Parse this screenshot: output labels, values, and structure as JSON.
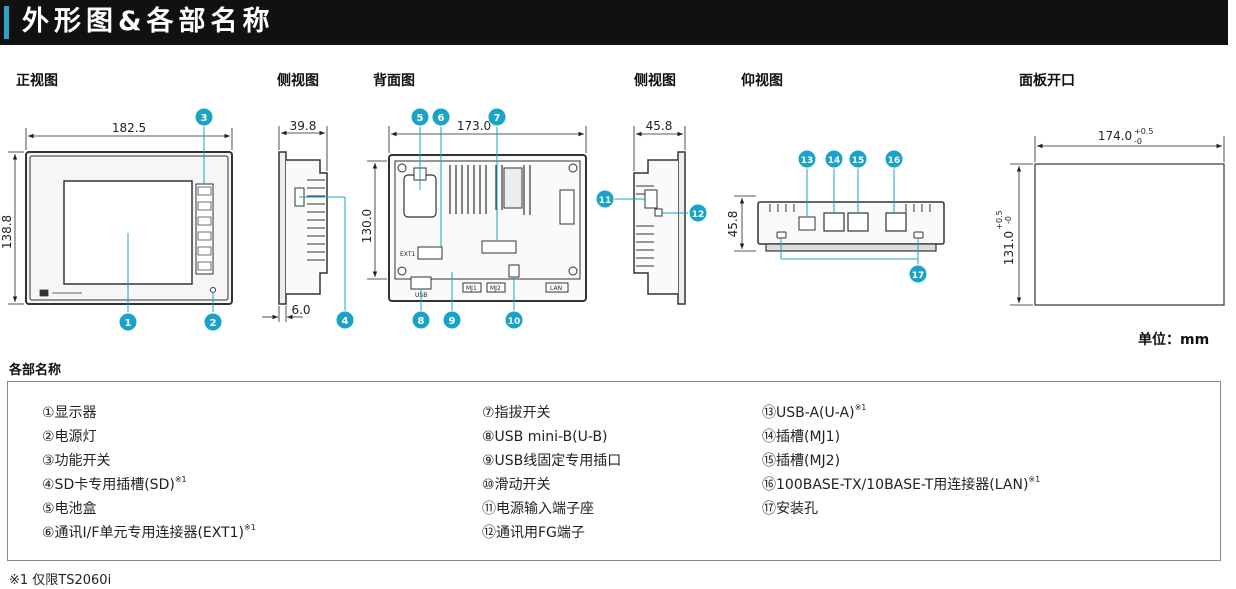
{
  "header": {
    "title": "外形图&各部名称"
  },
  "views": {
    "front": "正视图",
    "side_left": "侧视图",
    "back": "背面图",
    "side_right": "侧视图",
    "bottom": "仰视图",
    "panel_cutout": "面板开口"
  },
  "dimensions": {
    "front_width": "182.5",
    "front_height": "138.8",
    "side_depth": "39.8",
    "side_thickness": "6.0",
    "back_width": "173.0",
    "back_height": "130.0",
    "side2_depth": "45.8",
    "bottom_height": "45.8",
    "cutout_width": "174.0",
    "cutout_height": "131.0",
    "tol_plus": "+0.5",
    "tol_minus": "-0"
  },
  "callout_numbers": [
    "1",
    "2",
    "3",
    "4",
    "5",
    "6",
    "7",
    "8",
    "9",
    "10",
    "11",
    "12",
    "13",
    "14",
    "15",
    "16",
    "17"
  ],
  "small_labels": {
    "ext1": "EXT1",
    "usb": "USB",
    "mj1": "MJ1",
    "mj2": "MJ2",
    "lan": "LAN"
  },
  "unit_label": "单位：mm",
  "parts_title": "各部名称",
  "parts": {
    "col1": [
      "①显示器",
      "②电源灯",
      "③功能开关",
      "④SD卡专用插槽(SD)",
      "⑤电池盒",
      "⑥通讯I/F单元专用连接器(EXT1)"
    ],
    "col2": [
      "⑦指拔开关",
      "⑧USB mini-B(U-B)",
      "⑨USB线固定专用插口",
      "⑩滑动开关",
      "⑪电源输入端子座",
      "⑫通讯用FG端子"
    ],
    "col3": [
      "⑬USB-A(U-A)",
      "⑭插槽(MJ1)",
      "⑮插槽(MJ2)",
      "⑯100BASE-TX/10BASE-T用连接器(LAN)",
      "⑰安装孔"
    ]
  },
  "note_mark": "※1",
  "footnote": "※1 仅限TS2060i",
  "colors": {
    "header": "#111111",
    "accent": "#2aa3c8",
    "callout": "#1aa3c8",
    "leader": "#1aa3c8"
  }
}
